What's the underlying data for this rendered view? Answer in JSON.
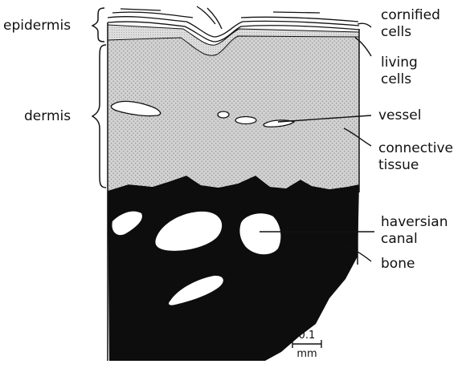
{
  "labels": {
    "epidermis": "epidermis",
    "dermis": "dermis",
    "cornified_1": "cornified",
    "cornified_2": "cells",
    "living_1": "living",
    "living_2": "cells",
    "vessel": "vessel",
    "connective_1": "connective",
    "connective_2": "tissue",
    "haversian_1": "haversian",
    "haversian_2": "canal",
    "bone": "bone"
  },
  "scale_bar": {
    "value": "0.1",
    "unit": "mm"
  },
  "colors": {
    "ink": "#111111",
    "bone": "#0d0d0d",
    "dermis_fill": "#c9c9c9",
    "living_layer": "#d8d8d8",
    "canal": "#ffffff"
  }
}
